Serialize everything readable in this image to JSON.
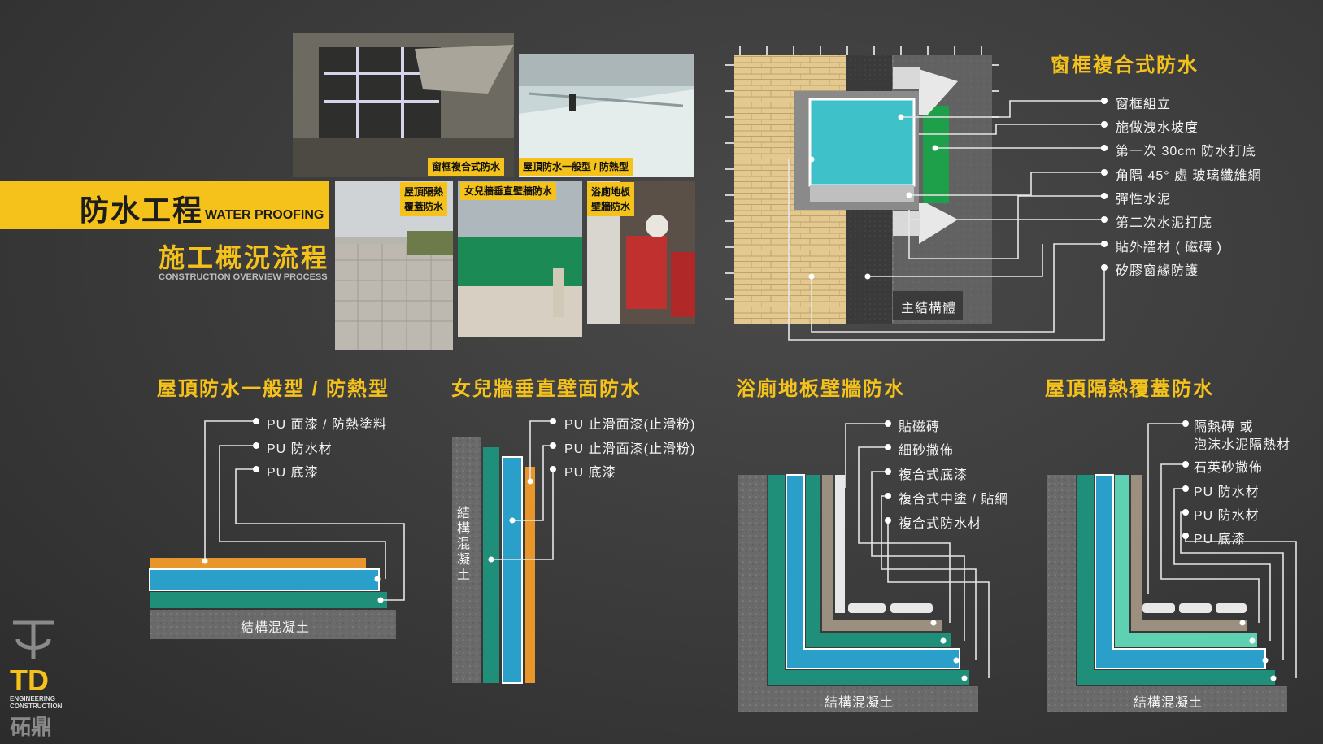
{
  "header": {
    "title_cn": "防水工程",
    "title_en": "WATER PROOFING",
    "subtitle_cn": "施工概況流程",
    "subtitle_en": "CONSTRUCTION OVERVIEW PROCESS"
  },
  "photos": {
    "window": "窗框複合式防水",
    "roof": "屋頂防水一般型 / 防熱型",
    "insulation_line1": "屋頂隔熱",
    "insulation_line2": "覆蓋防水",
    "parapet": "女兒牆垂直壁牆防水",
    "bath_line1": "浴廁地板",
    "bath_line2": "壁牆防水"
  },
  "window_diagram": {
    "title": "窗框複合式防水",
    "structure_label": "主結構體",
    "layers": [
      "窗框組立",
      "施做洩水坡度",
      "第一次 30cm 防水打底",
      "角隅 45° 處 玻璃纖維網",
      "彈性水泥",
      "第二次水泥打底",
      "貼外牆材 ( 磁磚 )",
      "矽膠窗緣防護"
    ]
  },
  "sections": {
    "roof": {
      "title": "屋頂防水一般型 / 防熱型",
      "base_label": "結構混凝土",
      "layers": [
        "PU 面漆 / 防熱塗料",
        "PU 防水材",
        "PU 底漆"
      ]
    },
    "parapet": {
      "title": "女兒牆垂直壁面防水",
      "base_label": "結構混凝土",
      "layers": [
        "PU 止滑面漆(止滑粉)",
        "PU 止滑面漆(止滑粉)",
        "PU 底漆"
      ]
    },
    "bathroom": {
      "title": "浴廁地板壁牆防水",
      "base_label": "結構混凝土",
      "layers": [
        "貼磁磚",
        "細砂撒佈",
        "複合式底漆",
        "複合式中塗 / 貼網",
        "複合式防水材"
      ]
    },
    "insulation": {
      "title": "屋頂隔熱覆蓋防水",
      "base_label": "結構混凝土",
      "layers": [
        "隔熱磚 或",
        "泡沫水泥隔熱材",
        "石英砂撒佈",
        "PU 防水材",
        "PU 防水材",
        "PU 底漆"
      ]
    }
  },
  "logo": {
    "mark": "TD",
    "line1": "ENGINEERING",
    "line2": "CONSTRUCTION",
    "name_cn": "砳鼎"
  },
  "colors": {
    "accent": "#f4c21a",
    "teal": "#1f8f7a",
    "blue": "#2a9fc9",
    "orange": "#e8952a",
    "concrete": "#6b6b6b"
  }
}
